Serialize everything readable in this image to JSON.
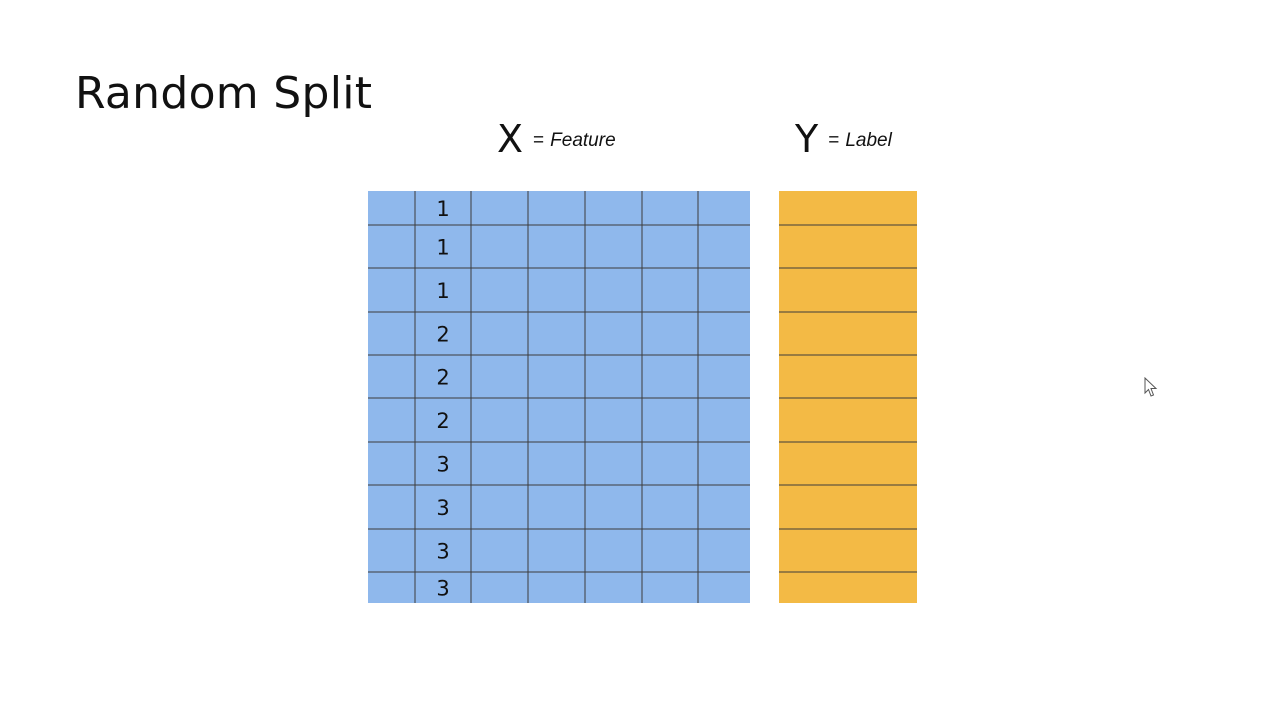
{
  "title": "Random Split",
  "x_header": {
    "symbol": "X",
    "equals": "=",
    "caption": "Feature"
  },
  "y_header": {
    "symbol": "Y",
    "equals": "=",
    "caption": "Label"
  },
  "colors": {
    "feature_fill": "#8fb8ec",
    "label_fill": "#f3ba45",
    "grid_line": "#3c3c3c"
  },
  "feature_matrix": {
    "group_column": [
      "1",
      "1",
      "1",
      "2",
      "2",
      "2",
      "3",
      "3",
      "3",
      "3"
    ],
    "column_count": 7
  },
  "label_column": {
    "row_count": 10
  }
}
